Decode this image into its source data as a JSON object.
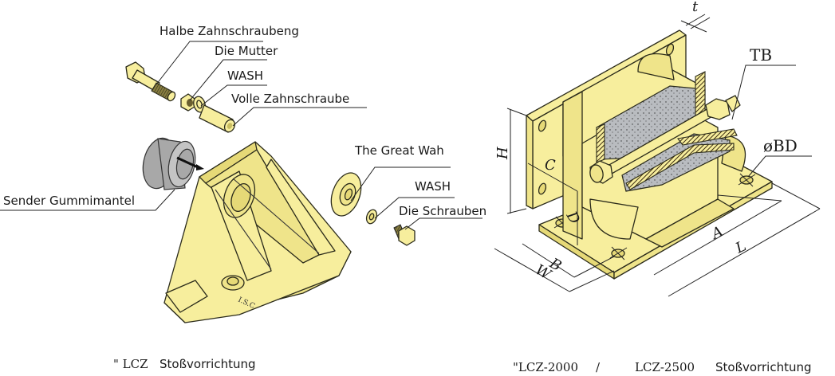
{
  "left_figure": {
    "labels": {
      "half_threaded_bolt": "Halbe Zahnschraubeng",
      "nut": "Die Mutter",
      "washer_top": "WASH",
      "full_threaded_bolt": "Volle Zahnschraube",
      "rubber_sleeve": "Sender Gummimantel",
      "large_washer": "The Great Wah",
      "washer_bottom": "WASH",
      "screws": "Die Schrauben"
    },
    "engraving": "I.S.C",
    "caption": {
      "model_prefix": "\" LCZ",
      "suffix": "Stoßvorrichtung"
    }
  },
  "right_figure": {
    "dimensions": {
      "t": "t",
      "tb": "TB",
      "bd": "øBD",
      "h": "H",
      "c": "C",
      "d": "D",
      "a": "A",
      "l": "L",
      "b": "B",
      "w": "W"
    },
    "caption": {
      "model_a": "\"LCZ-2000",
      "separator": "/",
      "model_b": "LCZ-2500",
      "suffix": "Stoßvorrichtung"
    }
  },
  "colors": {
    "part_yellow": "#f7ee9d",
    "rubber_gray": "#a8a8a8",
    "line": "#2a2a1a"
  }
}
